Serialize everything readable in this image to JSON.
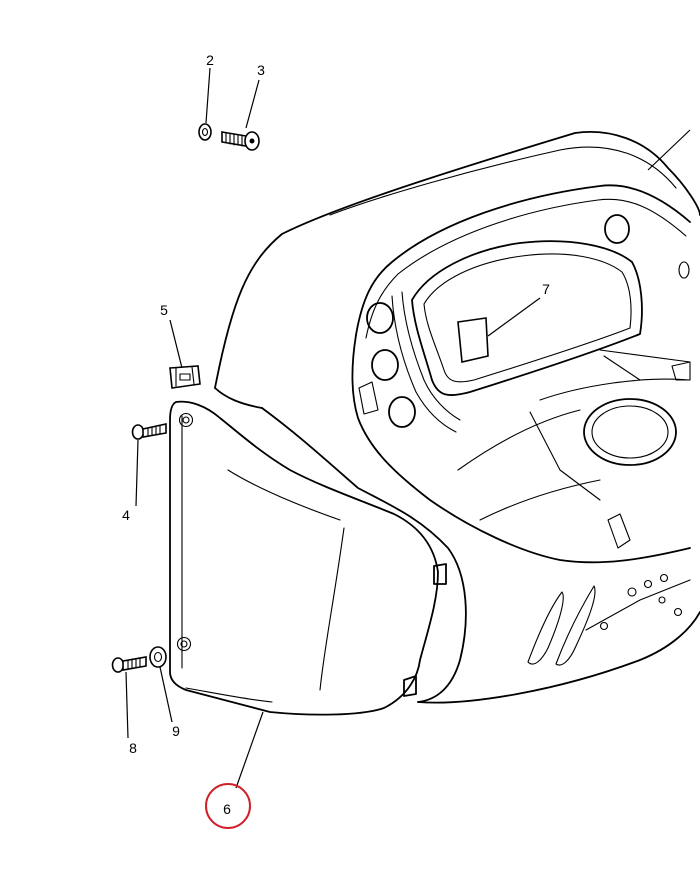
{
  "callouts": [
    {
      "id": "2",
      "label": "2"
    },
    {
      "id": "3",
      "label": "3"
    },
    {
      "id": "5",
      "label": "5"
    },
    {
      "id": "7",
      "label": "7"
    },
    {
      "id": "4",
      "label": "4"
    },
    {
      "id": "8",
      "label": "8"
    },
    {
      "id": "9",
      "label": "9"
    },
    {
      "id": "6",
      "label": "6"
    }
  ],
  "highlighted_callout": "6",
  "colors": {
    "line": "#000000",
    "background": "#ffffff",
    "highlight": "#d0202a"
  }
}
